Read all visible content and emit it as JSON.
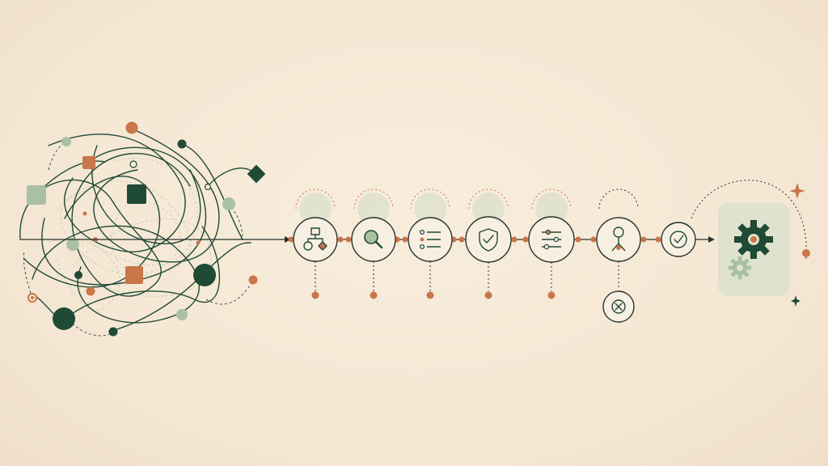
{
  "colors": {
    "background": "#f6e9d7",
    "dark_green": "#1f4a36",
    "sage": "#a9c1a3",
    "orange": "#c8764a",
    "ink": "#27332c",
    "panel": "#dfe2cd"
  },
  "diagram": {
    "chaos_cluster": {
      "description_icons": [
        "tangled-curves",
        "scattered-nodes"
      ]
    },
    "pipeline_steps": [
      {
        "id": "structure",
        "icon": "flowchart-icon"
      },
      {
        "id": "inspect",
        "icon": "magnifier-icon"
      },
      {
        "id": "organize",
        "icon": "checklist-icon"
      },
      {
        "id": "protect",
        "icon": "shield-check-icon"
      },
      {
        "id": "tune",
        "icon": "sliders-icon"
      },
      {
        "id": "decide",
        "icon": "decision-person-icon"
      },
      {
        "id": "approve",
        "icon": "check-circle-icon"
      }
    ],
    "reject_branch": {
      "icon": "x-circle-icon"
    },
    "output": {
      "icon": "gears-icon"
    }
  }
}
